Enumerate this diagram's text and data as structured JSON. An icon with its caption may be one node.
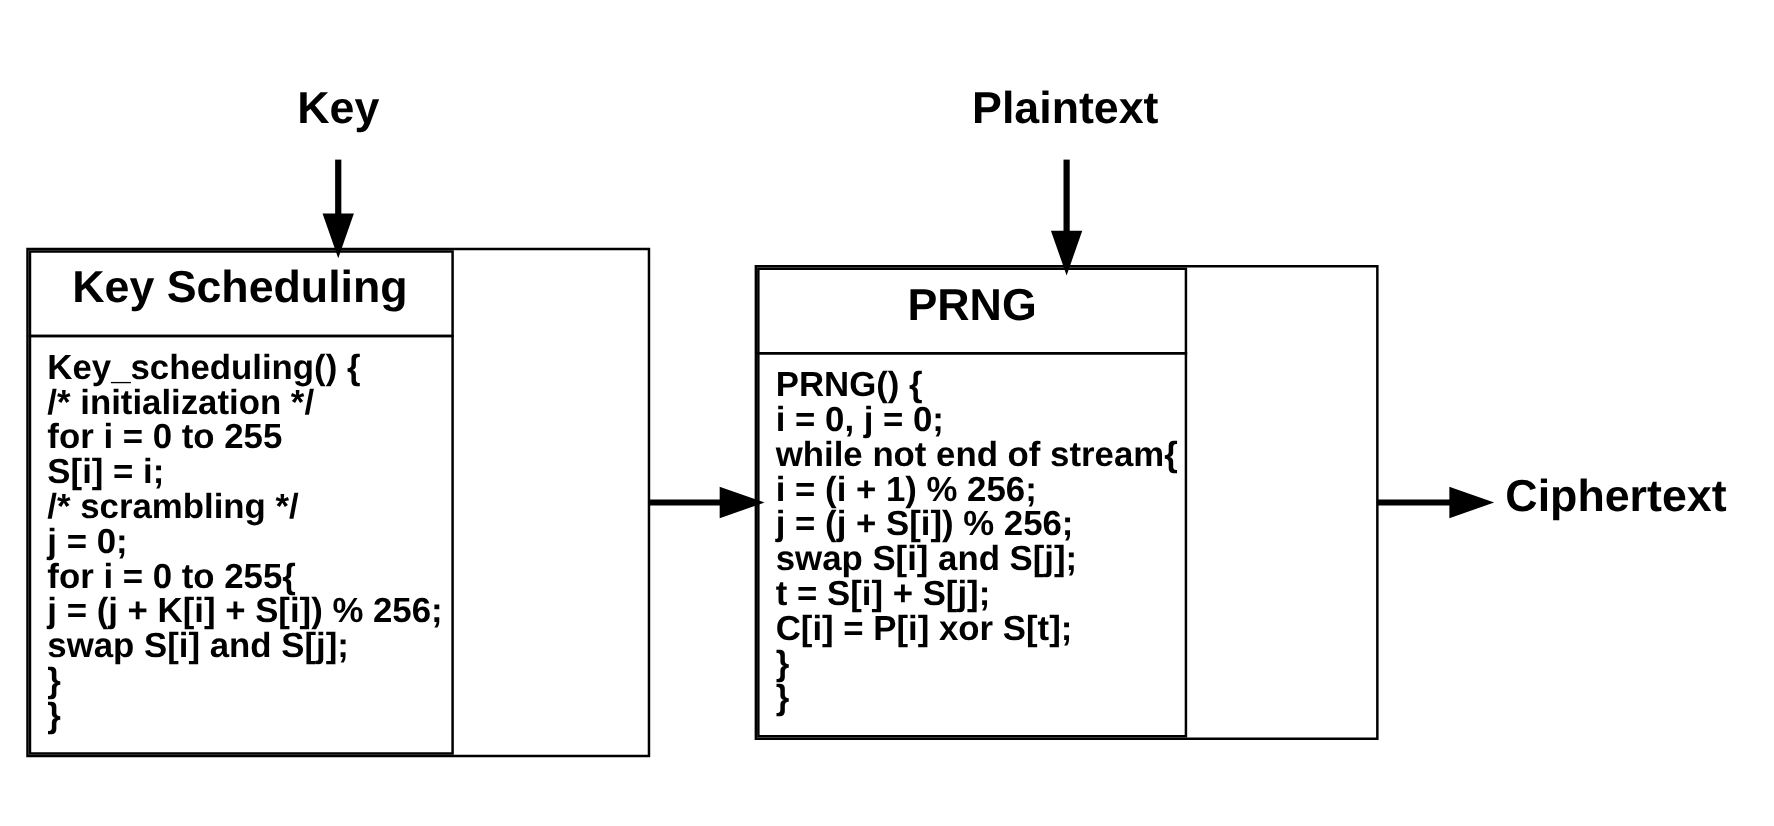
{
  "diagram": {
    "nodes": [
      {
        "text": [
          "Key"
        ]
      },
      {
        "text": [
          "Key Scheduling",
          "Key_scheduling() {",
          "/* initialization */",
          "for i = 0 to 255",
          "S[i] = i;",
          "/* scrambling */",
          "j = 0;",
          "for i = 0 to 255{",
          "j = (j + K[i] + S[i]) % 256;",
          "swap S[i] and S[j];",
          "}",
          "}"
        ]
      },
      {
        "text": [
          "Plaintext"
        ]
      },
      {
        "text": [
          "PRNG",
          "PRNG() {",
          "i = 0, j = 0;",
          "while not end of stream{",
          "i = (i + 1) % 256;",
          "j = (j + S[i]) % 256;",
          "swap S[i] and S[j];",
          "t = S[i] + S[j];",
          "C[i] = P[i] xor S[t];",
          "}",
          "}"
        ]
      },
      {
        "text": [
          "Ciphertext"
        ]
      }
    ],
    "edges": [
      {
        "from": 0,
        "to": 1,
        "arrow": "to"
      },
      {
        "from": 2,
        "to": 3,
        "arrow": "to"
      },
      {
        "from": 1,
        "to": 3,
        "arrow": "to"
      },
      {
        "from": 3,
        "to": 4,
        "arrow": "to"
      }
    ]
  }
}
